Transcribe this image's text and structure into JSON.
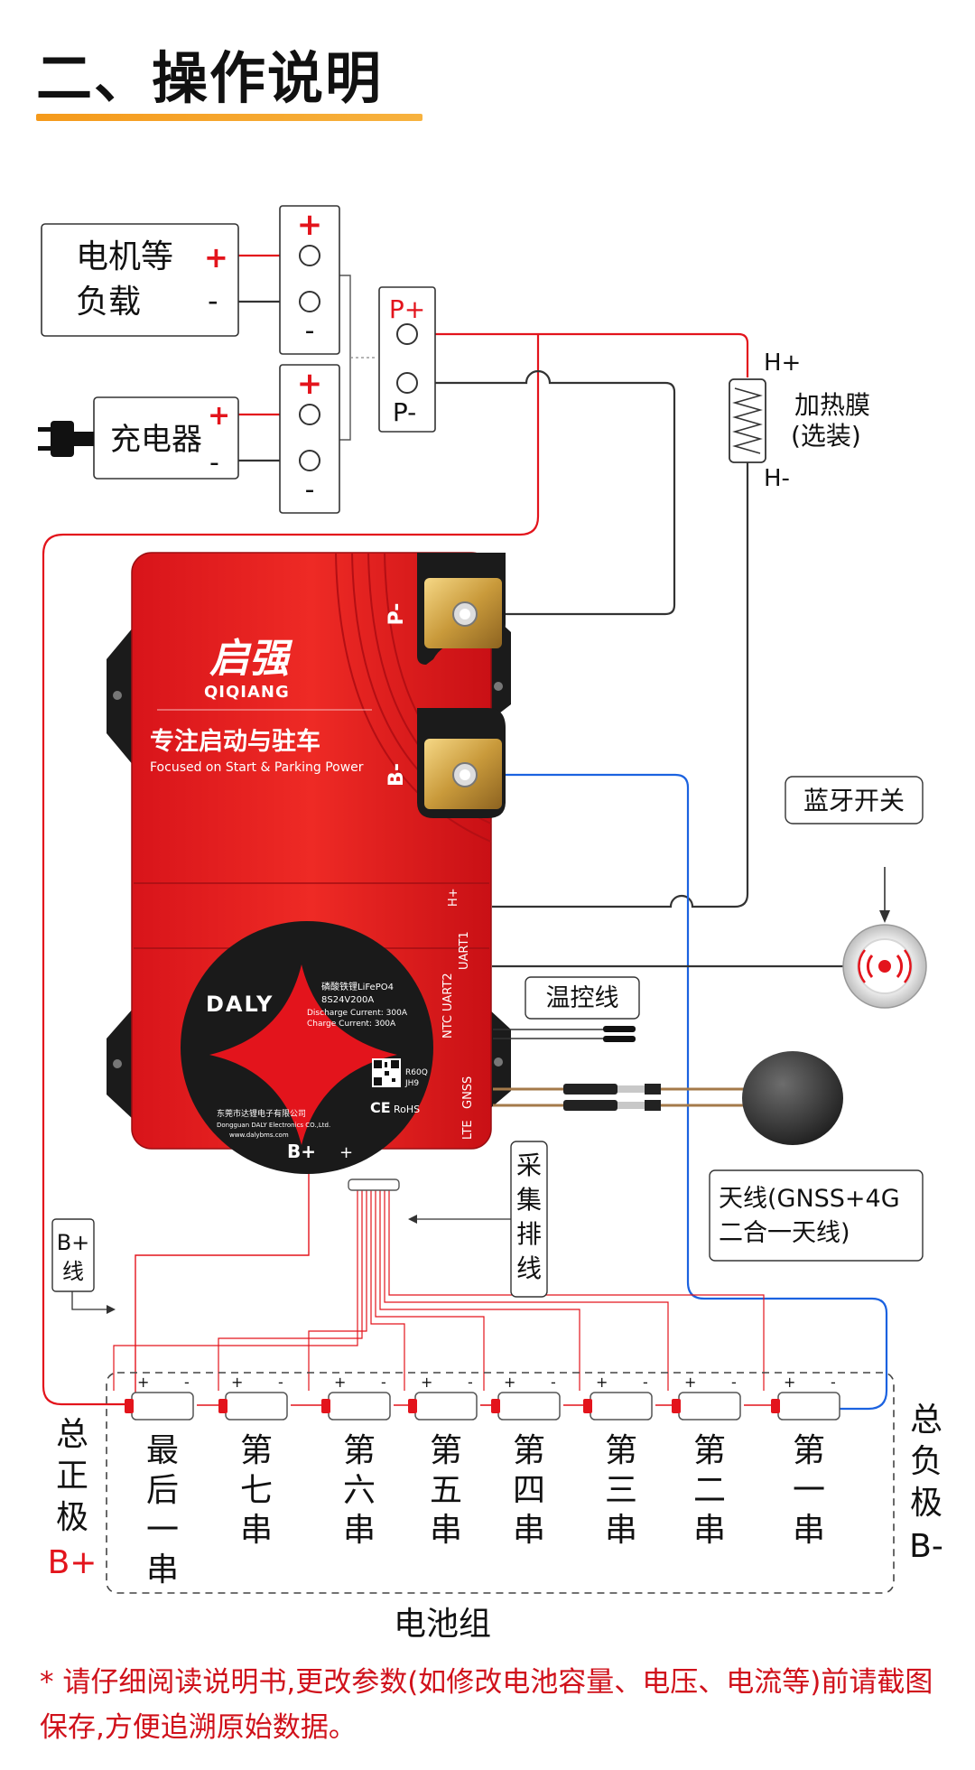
{
  "page": {
    "title": "二、操作说明"
  },
  "colors": {
    "red": "#e3141c",
    "blue": "#1b62e0",
    "dark": "#333333",
    "accent": "#f7a325"
  },
  "load_box": {
    "line1": "电机等",
    "line2": "负载",
    "plus": "+",
    "minus": "-"
  },
  "charger_box": {
    "label": "充电器",
    "plus": "+",
    "minus": "-",
    "icon": "plug-icon"
  },
  "switch_top": {
    "plus": "+",
    "minus": "-"
  },
  "switch_bottom": {
    "plus": "+",
    "minus": "-"
  },
  "p_terminal": {
    "plus": "P+",
    "minus": "P-"
  },
  "heater": {
    "label1": "加热膜",
    "label2": "(选装)",
    "hplus": "H+",
    "hminus": "H-",
    "icon": "coil-icon"
  },
  "bms": {
    "brand": "启强",
    "brand_en": "QIQIANG",
    "slogan": "专注启动与驻车",
    "slogan_en": "Focused on Start & Parking Power",
    "logo": "DALY",
    "spec1": "磷酸铁锂LiFePO4",
    "spec2": "8S24V200A",
    "spec3": "Discharge Current: 300A",
    "spec4": "Charge    Current: 300A",
    "company": "东莞市达锂电子有限公司",
    "company_en": "Dongguan DALY Electronics CO.,Ltd.",
    "website": "www.dalybms.com",
    "model": "R60Q",
    "model2": "JH9",
    "ce": "CE",
    "rohs": "RoHS",
    "port_ntc": "NTC",
    "port_uart2": "UART2",
    "port_uart1": "UART1",
    "port_lte": "LTE",
    "port_gnss": "GNSS",
    "terminal_pminus": "P-",
    "terminal_bminus": "B-",
    "label_hplus": "H+",
    "label_bplus": "B+",
    "label_plus": "+",
    "label_minus": "-"
  },
  "bluetooth": {
    "label": "蓝牙开关",
    "icon": "bluetooth-button-icon"
  },
  "temp_wire": {
    "label": "温控线"
  },
  "antenna": {
    "line1": "天线(GNSS+4G",
    "line2": "二合一天线)",
    "icon": "antenna-puck-icon"
  },
  "sampling": {
    "label": [
      "采",
      "集",
      "排",
      "线"
    ]
  },
  "bplus_wire": {
    "line1": "B+",
    "line2": "线"
  },
  "battery_pack": {
    "label": "电池组",
    "left_label": [
      "总",
      "正",
      "极"
    ],
    "left_sign": "B+",
    "right_label": [
      "总",
      "负",
      "极"
    ],
    "right_sign": "B-",
    "cell_plus": "+",
    "cell_minus": "-",
    "cells": [
      [
        "最",
        "后",
        "一",
        "串"
      ],
      [
        "第",
        "七",
        "串"
      ],
      [
        "第",
        "六",
        "串"
      ],
      [
        "第",
        "五",
        "串"
      ],
      [
        "第",
        "四",
        "串"
      ],
      [
        "第",
        "三",
        "串"
      ],
      [
        "第",
        "二",
        "串"
      ],
      [
        "第",
        "一",
        "串"
      ]
    ]
  },
  "note": "* 请仔细阅读说明书,更改参数(如修改电池容量、电压、电流等)前请截图保存,方便追溯原始数据。"
}
